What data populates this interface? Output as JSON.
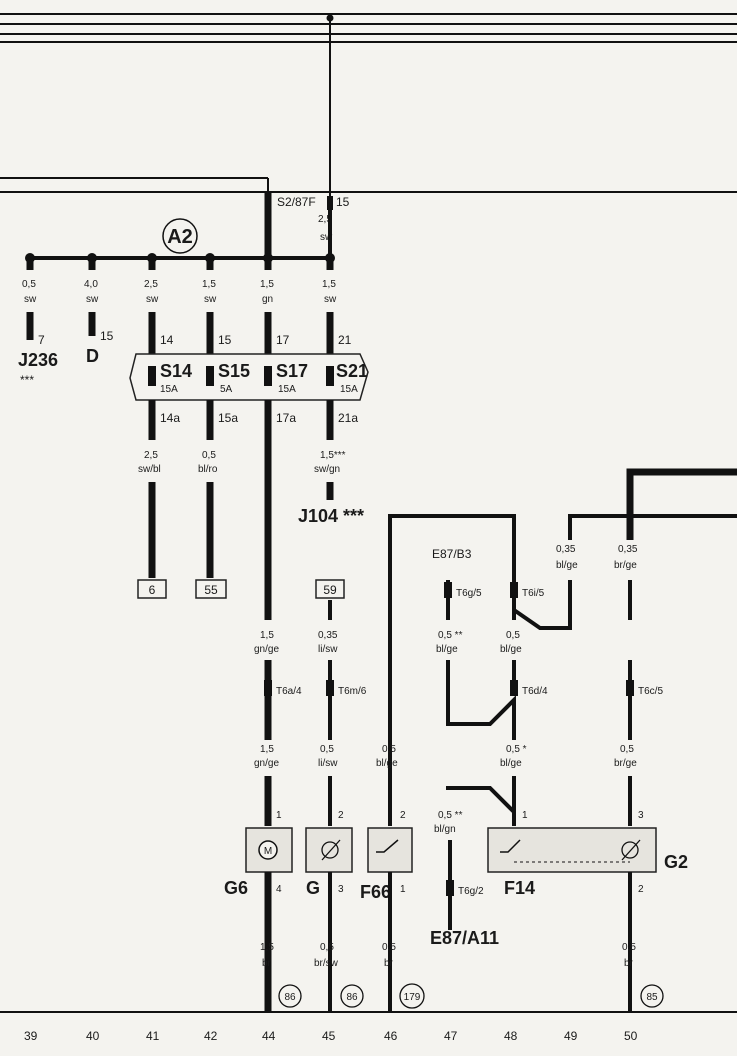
{
  "header_label": "A2",
  "top_nodes": {
    "left": "S2/87F",
    "right": "15",
    "right_gauge": "2,5",
    "right_color": "sw"
  },
  "feeds": [
    {
      "gauge": "0,5",
      "color": "sw",
      "pin": "7",
      "target": "J236",
      "mark": "***"
    },
    {
      "gauge": "4,0",
      "color": "sw",
      "pin": "15",
      "target": "D",
      "mark": ""
    },
    {
      "gauge": "2,5",
      "color": "sw",
      "pin": "14"
    },
    {
      "gauge": "1,5",
      "color": "sw",
      "pin": "15"
    },
    {
      "gauge": "1,5",
      "color": "gn",
      "pin": "17"
    },
    {
      "gauge": "1,5",
      "color": "sw",
      "pin": "21"
    }
  ],
  "fuses": [
    {
      "id": "S14",
      "rating": "15A",
      "out_pin": "14a"
    },
    {
      "id": "S15",
      "rating": "5A",
      "out_pin": "15a"
    },
    {
      "id": "S17",
      "rating": "15A",
      "out_pin": "17a"
    },
    {
      "id": "S21",
      "rating": "15A",
      "out_pin": "21a"
    }
  ],
  "below_fuses": [
    {
      "gauge": "2,5",
      "color": "sw/bl",
      "box": "6"
    },
    {
      "gauge": "0,5",
      "color": "bl/ro",
      "box": "55"
    },
    {
      "gauge": "1,5***",
      "color": "sw/gn",
      "target": "J104 ***"
    }
  ],
  "box_59": "59",
  "wires_mid": [
    {
      "gauge": "1,5",
      "color": "gn/ge",
      "conn": "T6a/4"
    },
    {
      "gauge": "0,35",
      "color": "li/sw",
      "conn": "T6m/6"
    },
    {
      "conn_top": "E87/B3"
    },
    {
      "gauge": "0,35",
      "color": "bl/ge"
    },
    {
      "gauge": "0,35",
      "color": "br/ge"
    }
  ],
  "conn_labels": {
    "t6g5": "T6g/5",
    "t6i5": "T6i/5",
    "t6d4": "T6d/4",
    "t6c5": "T6c/5",
    "t6g2": "T6g/2"
  },
  "wires_low": [
    {
      "gauge": "1,5",
      "color": "gn/ge"
    },
    {
      "gauge": "0,5",
      "color": "li/sw"
    },
    {
      "gauge": "0,5",
      "color": "bl/ge"
    },
    {
      "gauge": "0,5 **",
      "color": "bl/ge"
    },
    {
      "gauge": "0,5",
      "color": "bl/ge"
    },
    {
      "gauge": "0,5 *",
      "color": "bl/ge"
    },
    {
      "gauge": "0,5",
      "color": "br/ge"
    },
    {
      "gauge": "0,5 **",
      "color": "bl/gn"
    }
  ],
  "components": {
    "g6": "G6",
    "g": "G",
    "f66": "F66",
    "f14": "F14",
    "g2": "G2",
    "e87a11": "E87/A11"
  },
  "pins": {
    "g6_top": "1",
    "g6_bot": "4",
    "g_top": "2",
    "g_bot": "3",
    "f66_top": "2",
    "f66_bot": "1",
    "f14_top": "1",
    "g2_top": "3",
    "g2_bot": "2"
  },
  "bottom_wires": [
    {
      "gauge": "1,5",
      "color": "br",
      "ground": "86"
    },
    {
      "gauge": "0,5",
      "color": "br/sw",
      "ground": "86"
    },
    {
      "gauge": "0,5",
      "color": "br",
      "ground": "179"
    },
    {
      "gauge": "0,5",
      "color": "br",
      "ground": "85"
    }
  ],
  "columns": [
    "39",
    "40",
    "41",
    "42",
    "44",
    "45",
    "46",
    "47",
    "48",
    "49",
    "50"
  ]
}
